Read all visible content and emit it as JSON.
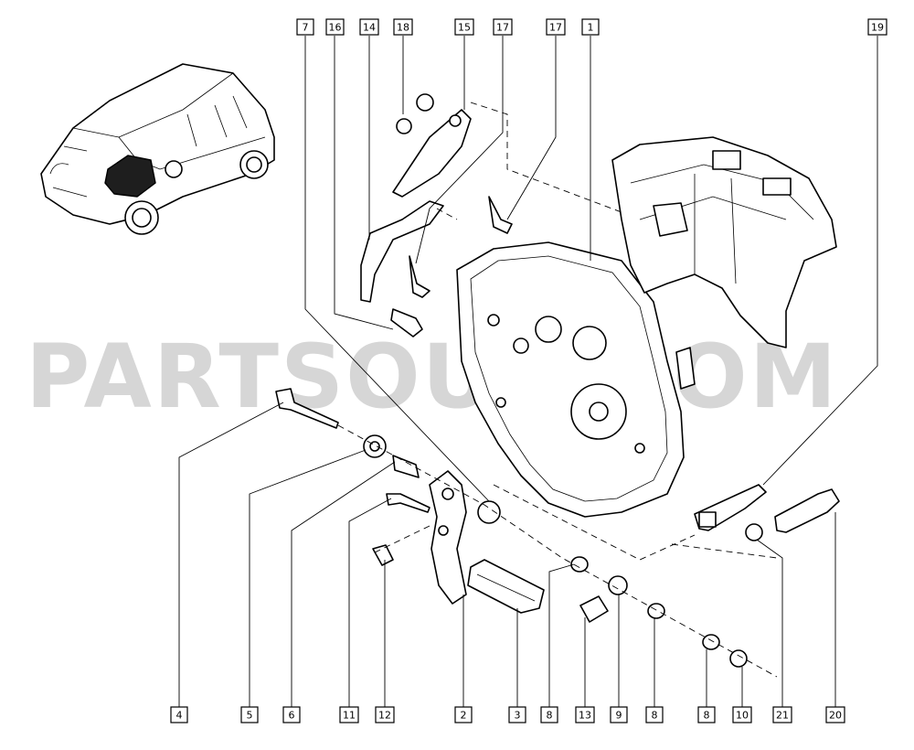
{
  "watermark": "PARTSOUQ.COM",
  "callouts_top": [
    {
      "label": "7"
    },
    {
      "label": "16"
    },
    {
      "label": "14"
    },
    {
      "label": "18"
    },
    {
      "label": "15"
    },
    {
      "label": "17"
    },
    {
      "label": "17"
    },
    {
      "label": "1"
    },
    {
      "label": "19"
    }
  ],
  "callouts_bottom": [
    {
      "label": "4"
    },
    {
      "label": "5"
    },
    {
      "label": "6"
    },
    {
      "label": "11"
    },
    {
      "label": "12"
    },
    {
      "label": "2"
    },
    {
      "label": "3"
    },
    {
      "label": "8"
    },
    {
      "label": "13"
    },
    {
      "label": "9"
    },
    {
      "label": "8"
    },
    {
      "label": "8"
    },
    {
      "label": "10"
    },
    {
      "label": "21"
    },
    {
      "label": "20"
    }
  ]
}
